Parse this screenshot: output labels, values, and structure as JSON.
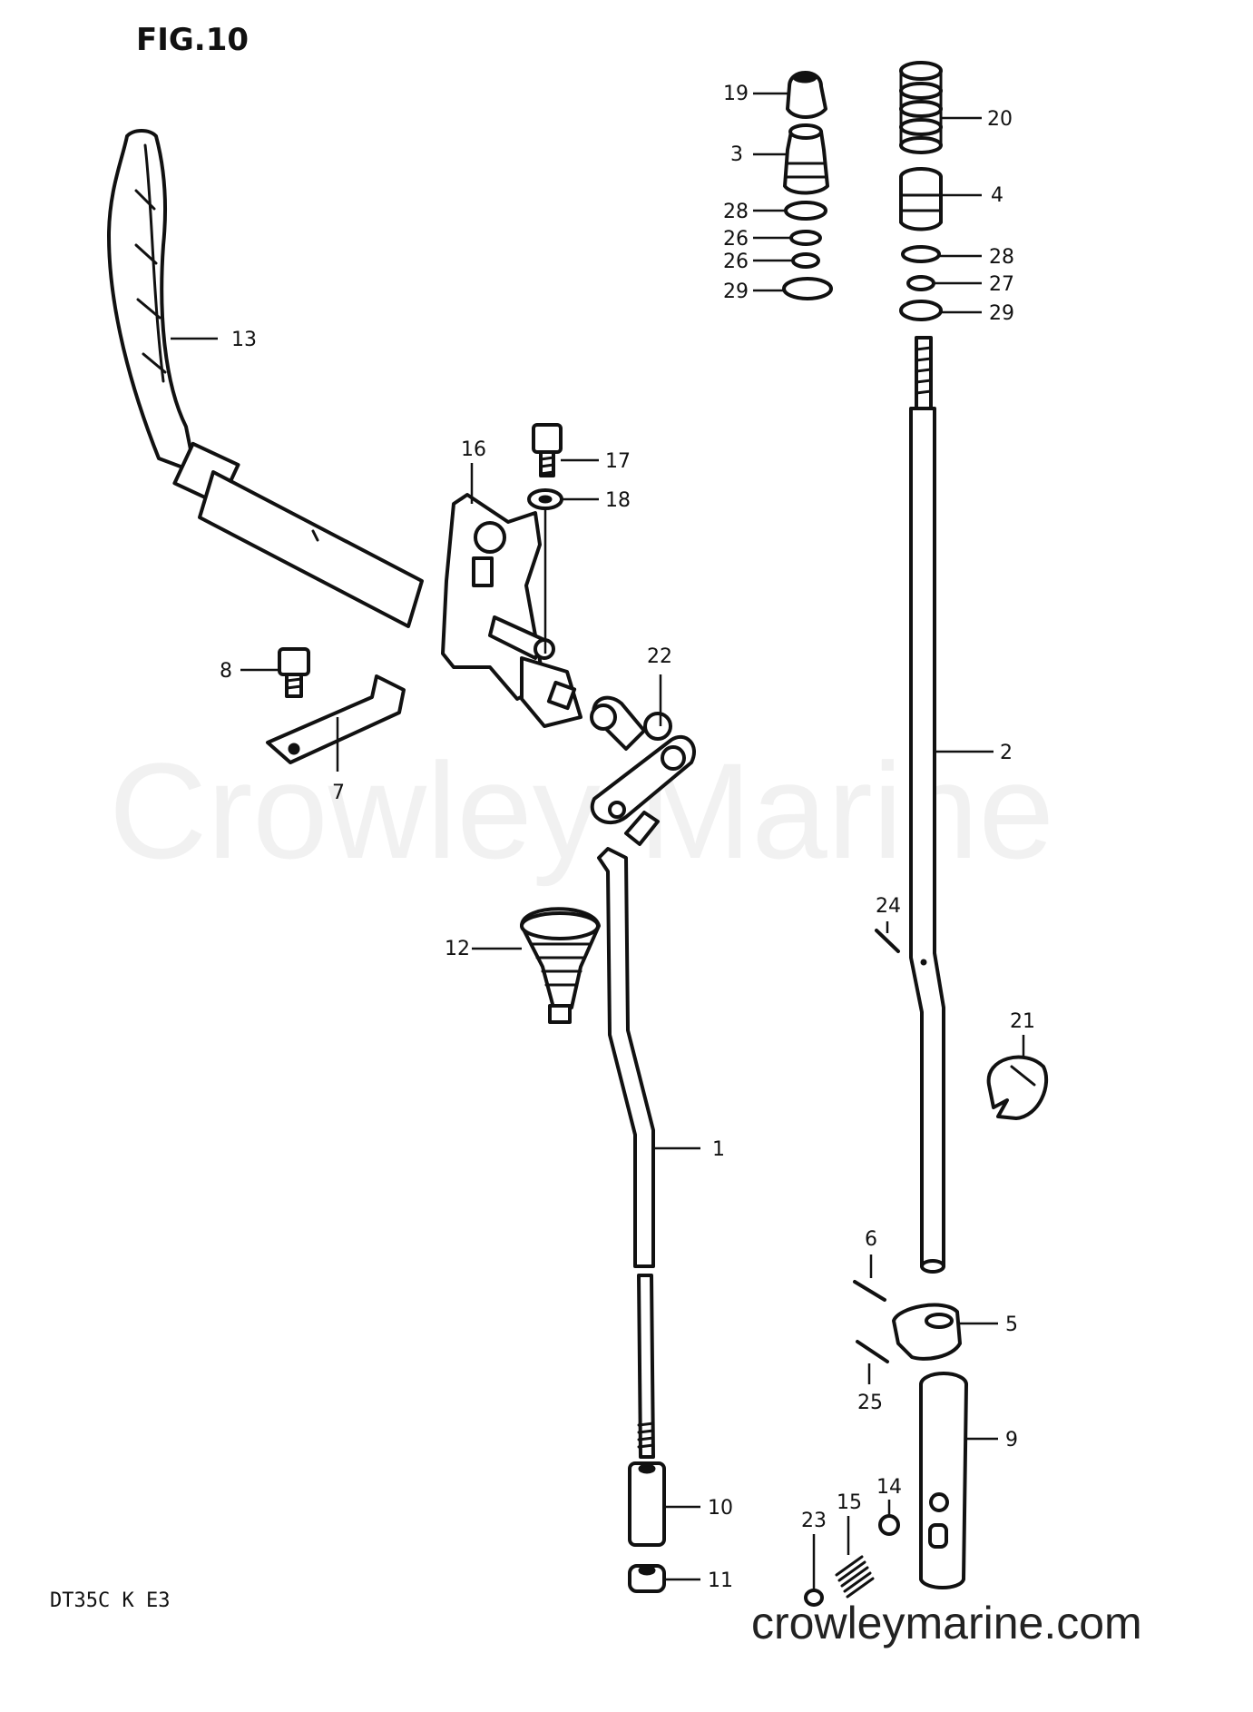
{
  "figure": {
    "title": "FIG.10",
    "model_code": "DT35C K E3",
    "watermark": "Crowley Marine",
    "website": "crowleymarine.com"
  },
  "callouts": [
    {
      "id": "c19",
      "label": "19"
    },
    {
      "id": "c3",
      "label": "3"
    },
    {
      "id": "c28a",
      "label": "28"
    },
    {
      "id": "c26a",
      "label": "26"
    },
    {
      "id": "c26b",
      "label": "26"
    },
    {
      "id": "c29a",
      "label": "29"
    },
    {
      "id": "c20",
      "label": "20"
    },
    {
      "id": "c4",
      "label": "4"
    },
    {
      "id": "c28b",
      "label": "28"
    },
    {
      "id": "c27",
      "label": "27"
    },
    {
      "id": "c29b",
      "label": "29"
    },
    {
      "id": "c13",
      "label": "13"
    },
    {
      "id": "c16",
      "label": "16"
    },
    {
      "id": "c17",
      "label": "17"
    },
    {
      "id": "c18",
      "label": "18"
    },
    {
      "id": "c8",
      "label": "8"
    },
    {
      "id": "c7",
      "label": "7"
    },
    {
      "id": "c22",
      "label": "22"
    },
    {
      "id": "c2",
      "label": "2"
    },
    {
      "id": "c24",
      "label": "24"
    },
    {
      "id": "c12",
      "label": "12"
    },
    {
      "id": "c21",
      "label": "21"
    },
    {
      "id": "c1",
      "label": "1"
    },
    {
      "id": "c6",
      "label": "6"
    },
    {
      "id": "c5",
      "label": "5"
    },
    {
      "id": "c25",
      "label": "25"
    },
    {
      "id": "c9",
      "label": "9"
    },
    {
      "id": "c14",
      "label": "14"
    },
    {
      "id": "c15",
      "label": "15"
    },
    {
      "id": "c23",
      "label": "23"
    },
    {
      "id": "c10",
      "label": "10"
    },
    {
      "id": "c11",
      "label": "11"
    }
  ]
}
